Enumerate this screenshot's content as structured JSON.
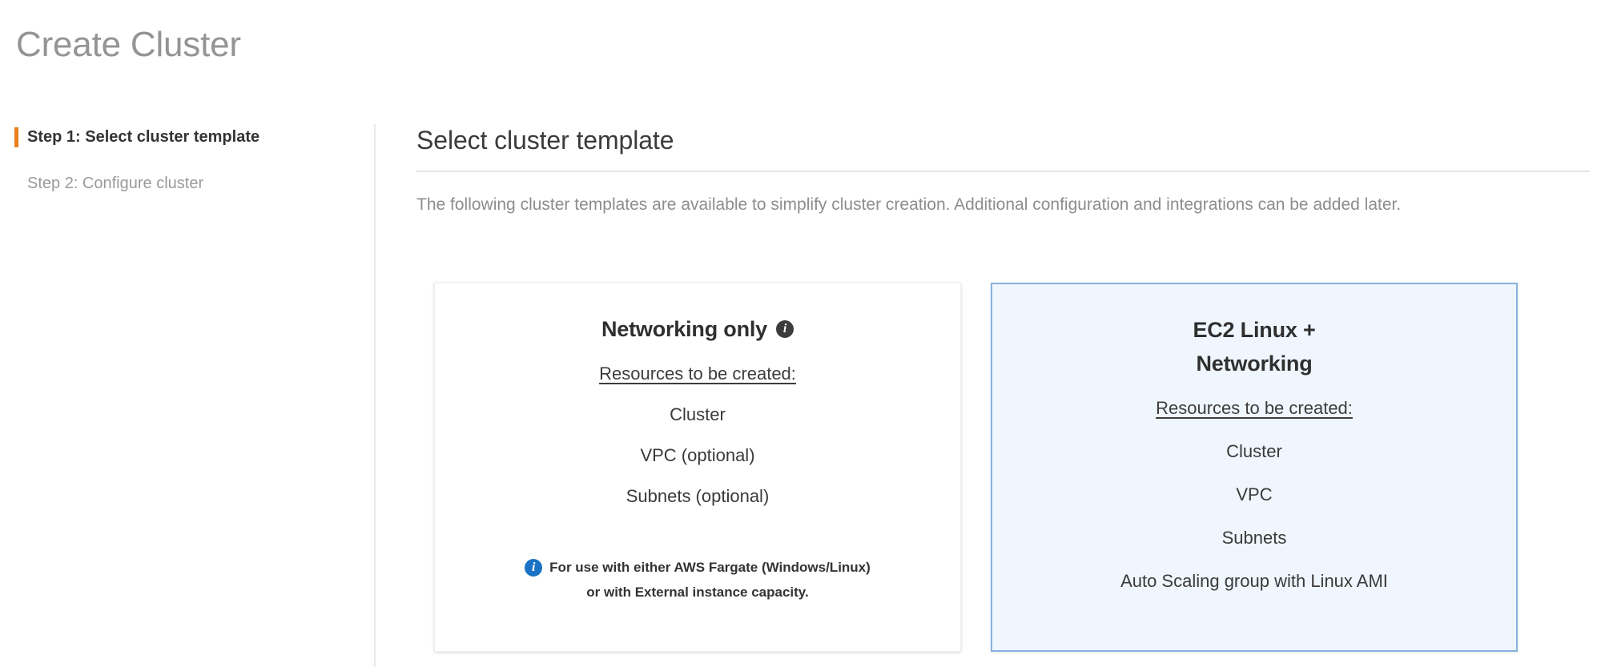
{
  "page": {
    "title": "Create Cluster"
  },
  "sidebar": {
    "steps": [
      {
        "label": "Step 1: Select cluster template",
        "state": "active"
      },
      {
        "label": "Step 2: Configure cluster",
        "state": "inactive"
      }
    ],
    "active_marker_color": "#e8801a"
  },
  "main": {
    "heading": "Select cluster template",
    "description": "The following cluster templates are available to simplify cluster creation. Additional configuration and integrations can be added later.",
    "resources_label": "Resources to be created:",
    "cards": [
      {
        "title": "Networking only",
        "selected": false,
        "info_icon": "info-icon",
        "resources": [
          "Cluster",
          "VPC (optional)",
          "Subnets (optional)"
        ],
        "note_icon": "info-icon",
        "note_line_1": "For use with either AWS Fargate (Windows/Linux)",
        "note_line_2": "or with External instance capacity."
      },
      {
        "title": "EC2 Linux +\nNetworking",
        "selected": true,
        "resources": [
          "Cluster",
          "VPC",
          "Subnets",
          "Auto Scaling group with Linux AMI"
        ]
      }
    ]
  },
  "colors": {
    "title_gray": "#949494",
    "accent_orange": "#e8801a",
    "selected_card_bg": "#eff6fd",
    "selected_card_border": "#87b2dd",
    "info_blue": "#1a73c4"
  },
  "icons": {
    "info_glyph": "i"
  }
}
